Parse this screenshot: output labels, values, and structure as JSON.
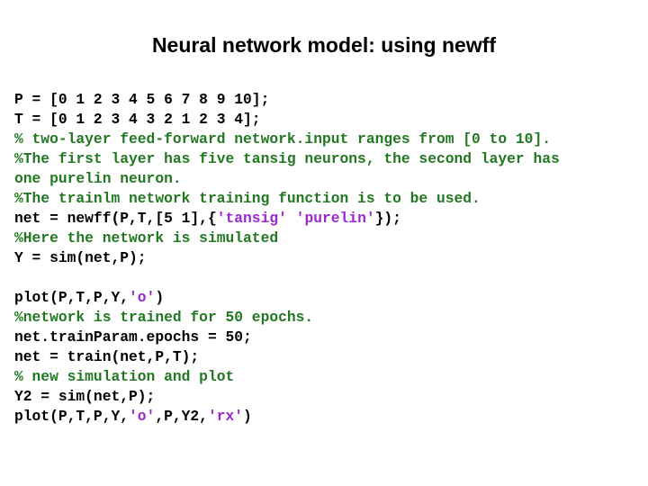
{
  "slide": {
    "title": "Neural network model: using newff",
    "background_color": "#ffffff",
    "colors": {
      "code": "#000000",
      "comment": "#217821",
      "string": "#9c27cf"
    }
  },
  "code_blocks": [
    {
      "id": "block-1",
      "lines": [
        {
          "id": "l1",
          "type": "code",
          "text": "P = [0 1 2 3 4 5 6 7 8 9 10];"
        },
        {
          "id": "l2",
          "type": "code",
          "text": "T = [0 1 2 3 4 3 2 1 2 3 4];"
        },
        {
          "id": "l3",
          "type": "comment",
          "text": "% two-layer feed-forward network.input ranges from [0 to 10]."
        },
        {
          "id": "l4",
          "type": "comment",
          "text": "%The first layer has five tansig neurons, the second layer has"
        },
        {
          "id": "l5",
          "type": "comment",
          "text": "one purelin neuron."
        },
        {
          "id": "l6",
          "type": "comment",
          "text": "%The trainlm network training function is to be used."
        },
        {
          "id": "l7",
          "type": "mixed",
          "segments": [
            {
              "kind": "code",
              "text": "net = newff(P,T,[5 1],{"
            },
            {
              "kind": "string",
              "text": "'tansig'"
            },
            {
              "kind": "code",
              "text": " "
            },
            {
              "kind": "string",
              "text": "'purelin'"
            },
            {
              "kind": "code",
              "text": "});"
            }
          ]
        },
        {
          "id": "l8",
          "type": "comment",
          "text": "%Here the network is simulated"
        },
        {
          "id": "l9",
          "type": "code",
          "text": "Y = sim(net,P);"
        }
      ]
    },
    {
      "id": "block-2",
      "lines": [
        {
          "id": "l10",
          "type": "mixed",
          "segments": [
            {
              "kind": "code",
              "text": "plot(P,T,P,Y,"
            },
            {
              "kind": "string",
              "text": "'o'"
            },
            {
              "kind": "code",
              "text": ")"
            }
          ]
        },
        {
          "id": "l11",
          "type": "comment",
          "text": "%network is trained for 50 epochs."
        },
        {
          "id": "l12",
          "type": "code",
          "text": "net.trainParam.epochs = 50;"
        },
        {
          "id": "l13",
          "type": "code",
          "text": "net = train(net,P,T);"
        },
        {
          "id": "l14",
          "type": "comment",
          "text": "% new simulation and plot"
        },
        {
          "id": "l15",
          "type": "code",
          "text": "Y2 = sim(net,P);"
        },
        {
          "id": "l16",
          "type": "mixed",
          "segments": [
            {
              "kind": "code",
              "text": "plot(P,T,P,Y,"
            },
            {
              "kind": "string",
              "text": "'o'"
            },
            {
              "kind": "code",
              "text": ",P,Y2,"
            },
            {
              "kind": "string",
              "text": "'rx'"
            },
            {
              "kind": "code",
              "text": ")"
            }
          ]
        }
      ]
    }
  ]
}
